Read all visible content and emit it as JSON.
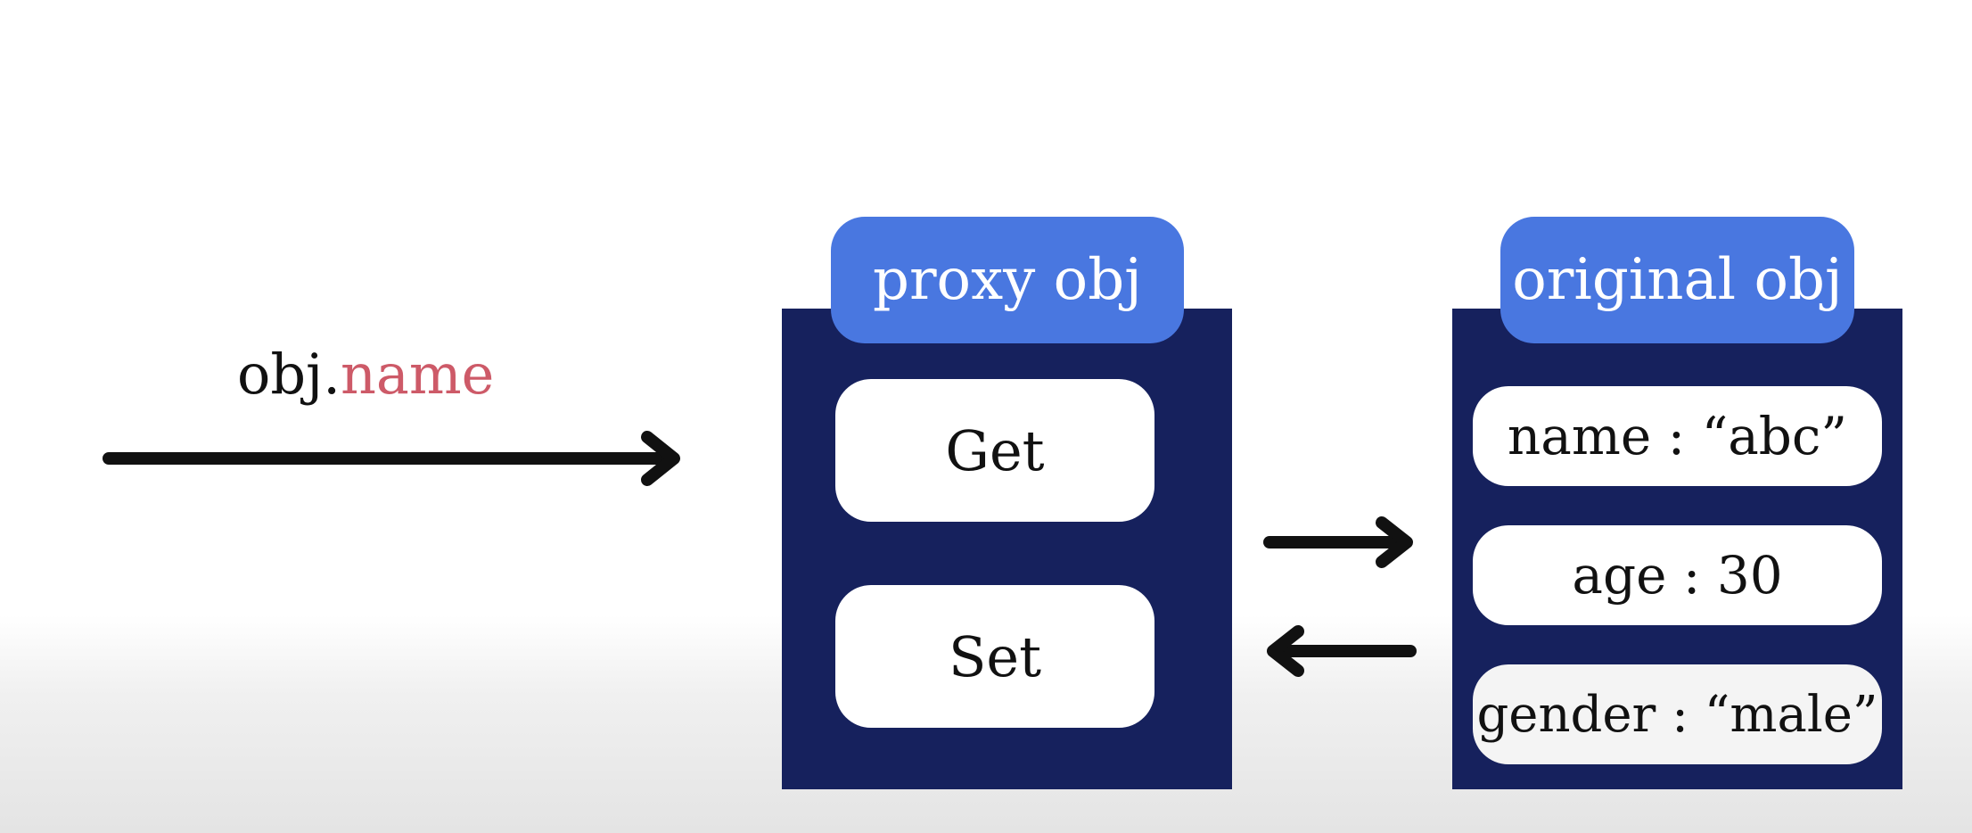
{
  "expression": {
    "object": "obj.",
    "property": "name"
  },
  "proxy": {
    "title": "proxy obj",
    "traps": [
      "Get",
      "Set"
    ]
  },
  "original": {
    "title": "original obj",
    "fields": [
      "name : “abc”",
      "age : 30",
      "gender : “male”"
    ]
  },
  "colors": {
    "panel": "#16215d",
    "tab": "#4977e0",
    "property_highlight": "#cd5a68",
    "arrow": "#111111"
  }
}
